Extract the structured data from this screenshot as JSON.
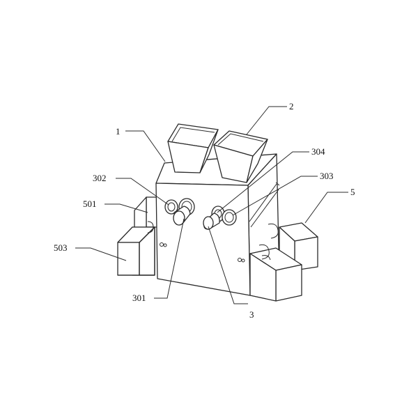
{
  "labels": {
    "main_body": "1",
    "hopper": "2",
    "roller": "3",
    "shaft_left": "301",
    "roller_left": "302",
    "roller_right": "303",
    "shaft_right": "304",
    "support": "5",
    "left_block_upper": "501",
    "left_block_lower": "503"
  }
}
